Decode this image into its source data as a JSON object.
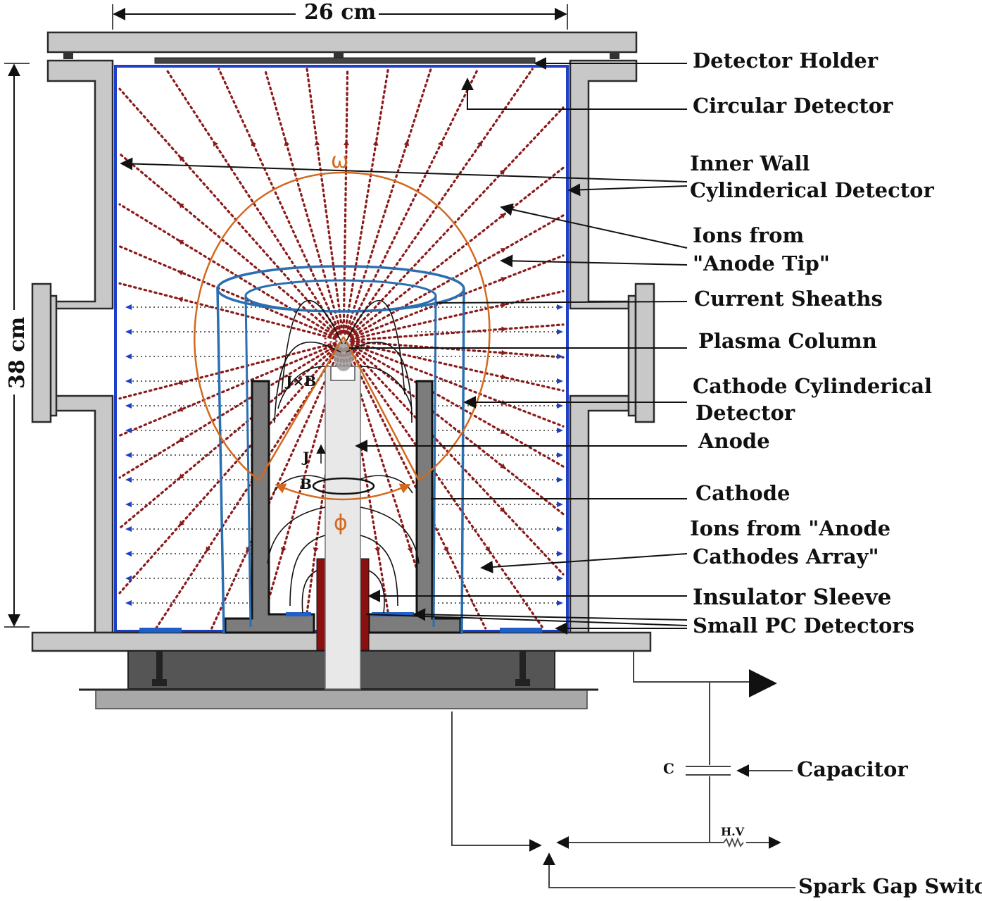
{
  "dimensions": {
    "width": "26 cm",
    "height": "38 cm"
  },
  "greek": {
    "omega": "ω",
    "phi": "ϕ"
  },
  "field": {
    "jxb": "J×B",
    "j": "J",
    "b": "B"
  },
  "labels": {
    "detector_holder": "Detector Holder",
    "circular_detector": "Circular Detector",
    "inner_wall": "Inner Wall",
    "cylinderical_detector": "Cylinderical Detector",
    "ions_anode_tip_1": "Ions from",
    "ions_anode_tip_2": "\"Anode Tip\"",
    "current_sheaths": "Current Sheaths",
    "plasma_column": "Plasma Column",
    "cathode_cyl_1": "Cathode Cylinderical",
    "cathode_cyl_2": "Detector",
    "anode": "Anode",
    "cathode": "Cathode",
    "ions_array_1": "Ions from \"Anode",
    "ions_array_2": "Cathodes Array\"",
    "insulator_sleeve": "Insulator Sleeve",
    "small_pc": "Small PC Detectors",
    "capacitor": "Capacitor",
    "spark_gap": "Spark Gap Switch"
  },
  "circuit": {
    "c": "C",
    "hv": "H.V"
  },
  "colors": {
    "ion_dots": "#8b1a1a",
    "detector_blue": "#1e3fc8",
    "sheath_blue": "#2a6fb0",
    "orange": "#d2691e",
    "insulator": "#8b1010",
    "steel": "#c8c8c8",
    "base_dark": "#555555"
  }
}
